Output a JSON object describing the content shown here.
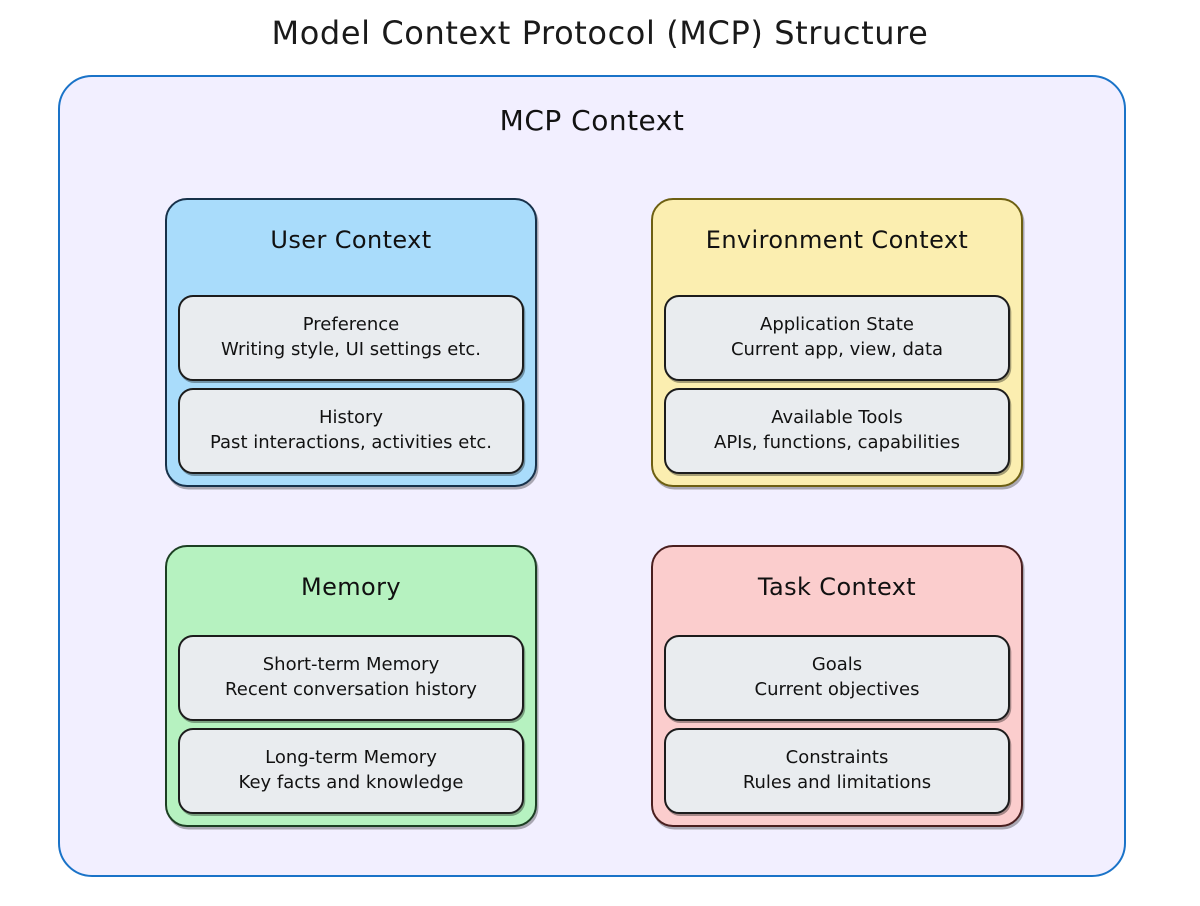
{
  "title": "Model Context Protocol (MCP) Structure",
  "container": {
    "label": "MCP Context",
    "border_color": "#1a73c8",
    "background_color": "#f2efff"
  },
  "groups": [
    {
      "name": "user-context",
      "title": "User Context",
      "color": "#a9dcfb",
      "cards": [
        {
          "title": "Preference",
          "subtitle": "Writing style, UI settings etc."
        },
        {
          "title": "History",
          "subtitle": "Past interactions, activities etc."
        }
      ]
    },
    {
      "name": "environment-context",
      "title": "Environment Context",
      "color": "#fbeeb0",
      "cards": [
        {
          "title": "Application State",
          "subtitle": "Current app, view, data"
        },
        {
          "title": "Available Tools",
          "subtitle": "APIs, functions, capabilities"
        }
      ]
    },
    {
      "name": "memory",
      "title": "Memory",
      "color": "#b6f2c0",
      "cards": [
        {
          "title": "Short-term Memory",
          "subtitle": "Recent conversation history"
        },
        {
          "title": "Long-term Memory",
          "subtitle": "Key facts and knowledge"
        }
      ]
    },
    {
      "name": "task-context",
      "title": "Task Context",
      "color": "#fbcdcd",
      "cards": [
        {
          "title": "Goals",
          "subtitle": "Current objectives"
        },
        {
          "title": "Constraints",
          "subtitle": "Rules and limitations"
        }
      ]
    }
  ]
}
